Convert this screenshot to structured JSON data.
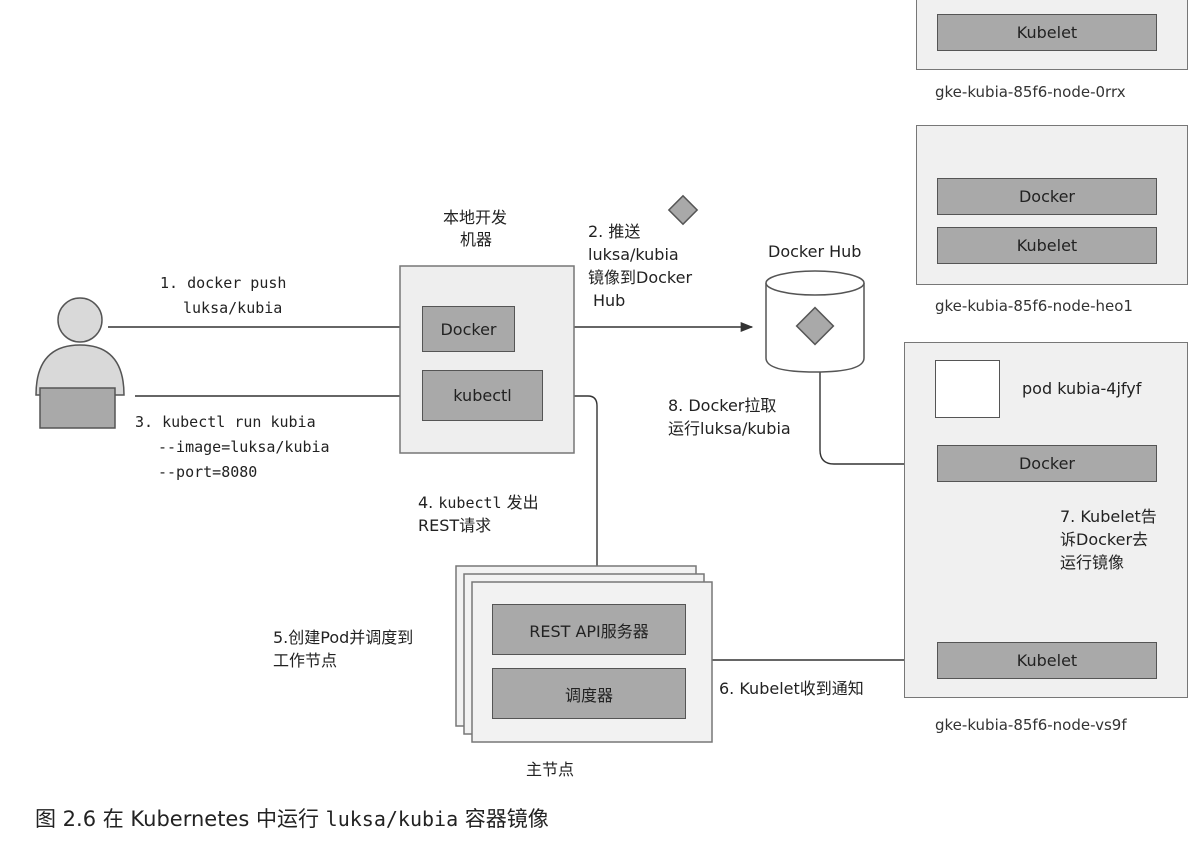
{
  "node_top": {
    "kubelet": "Kubelet",
    "name": "gke-kubia-85f6-node-0rrx"
  },
  "node_mid": {
    "docker": "Docker",
    "kubelet": "Kubelet",
    "name": "gke-kubia-85f6-node-heo1"
  },
  "node_bot": {
    "pod": "pod kubia-4jfyf",
    "docker": "Docker",
    "kubelet": "Kubelet",
    "name": "gke-kubia-85f6-node-vs9f"
  },
  "local_machine": {
    "title_line1": "本地开发",
    "title_line2": "机器",
    "docker": "Docker",
    "kubectl": "kubectl"
  },
  "docker_hub": {
    "label": "Docker Hub"
  },
  "master": {
    "api_server": "REST API服务器",
    "scheduler": "调度器",
    "label": "主节点"
  },
  "steps": {
    "s1_line1": "1. docker push",
    "s1_line2": "luksa/kubia",
    "s2_line1": "2. 推送",
    "s2_line2": "luksa/kubia",
    "s2_line3": "镜像到Docker",
    "s2_line4": "Hub",
    "s3_line1": "3. kubectl run kubia",
    "s3_line2": "--image=luksa/kubia",
    "s3_line3": "--port=8080",
    "s4_prefix": "4. ",
    "s4_mono": "kubectl",
    "s4_suffix": " 发出",
    "s4_line2": "REST请求",
    "s5_line1": "5.创建Pod并调度到",
    "s5_line2": "工作节点",
    "s6": "6.  Kubelet收到通知",
    "s7_line1": "7. Kubelet告",
    "s7_line2": "诉Docker去",
    "s7_line3": "运行镜像",
    "s8_line1": "8. Docker拉取",
    "s8_line2": "运行luksa/kubia"
  },
  "caption": {
    "prefix": "图 2.6   在 Kubernetes 中运行 ",
    "mono": "luksa/kubia",
    "suffix": " 容器镜像"
  }
}
